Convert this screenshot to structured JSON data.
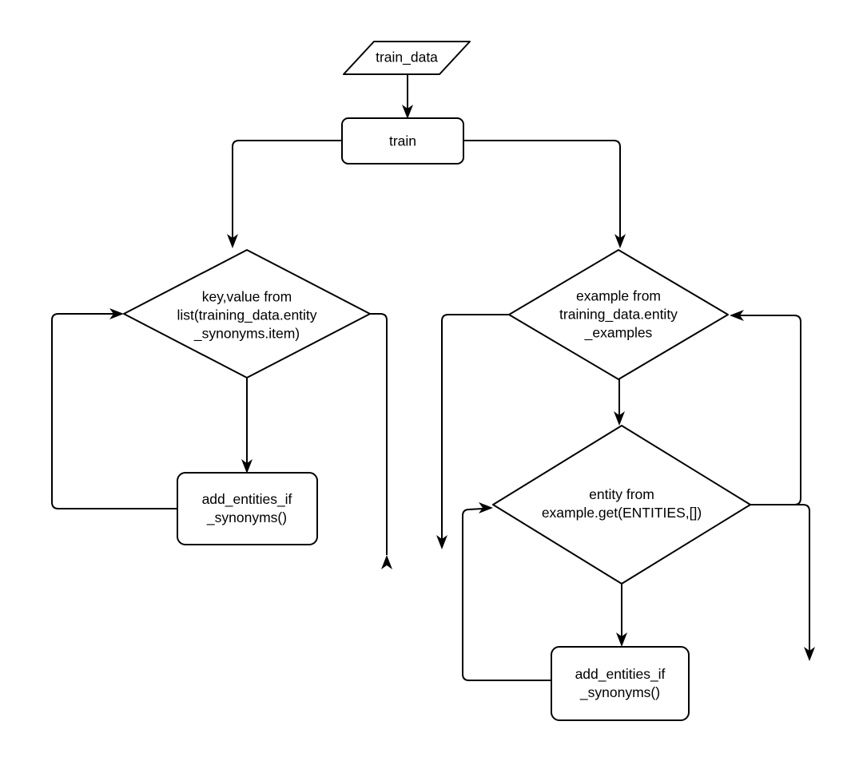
{
  "colors": {
    "stroke": "#000000",
    "background": "#ffffff",
    "text": "#000000"
  },
  "diagram": {
    "nodes": [
      {
        "id": "train_data",
        "shape": "parallelogram",
        "role": "input",
        "label": "train_data"
      },
      {
        "id": "train",
        "shape": "rounded-rect",
        "role": "process",
        "label": "train"
      },
      {
        "id": "loop_entity_synonyms",
        "shape": "diamond",
        "role": "loop",
        "label": "key,value from\nlist(training_data.entity\n_synonyms.item)"
      },
      {
        "id": "loop_entity_examples",
        "shape": "diamond",
        "role": "loop",
        "label": "example from\ntraining_data.entity\n_examples"
      },
      {
        "id": "loop_entities",
        "shape": "diamond",
        "role": "loop",
        "label": "entity from\nexample.get(ENTITIES,[])"
      },
      {
        "id": "add_entities_if_synonyms_left",
        "shape": "rounded-rect",
        "role": "process",
        "label": "add_entities_if\n_synonyms()"
      },
      {
        "id": "add_entities_if_synonyms_right",
        "shape": "rounded-rect",
        "role": "process",
        "label": "add_entities_if\n_synonyms()"
      }
    ],
    "edges": [
      {
        "from": "train_data",
        "to": "train",
        "kind": "flow"
      },
      {
        "from": "train",
        "to": "loop_entity_synonyms",
        "kind": "flow"
      },
      {
        "from": "train",
        "to": "loop_entity_examples",
        "kind": "flow"
      },
      {
        "from": "loop_entity_synonyms",
        "to": "add_entities_if_synonyms_left",
        "kind": "flow"
      },
      {
        "from": "add_entities_if_synonyms_left",
        "to": "loop_entity_synonyms",
        "kind": "loop-back"
      },
      {
        "from": "loop_entity_synonyms",
        "to": "exit-up",
        "kind": "dangling-arrow"
      },
      {
        "from": "loop_entity_examples",
        "to": "exit-down-left",
        "kind": "dangling-arrow"
      },
      {
        "from": "loop_entity_examples",
        "to": "loop_entities",
        "kind": "flow"
      },
      {
        "from": "loop_entities",
        "to": "add_entities_if_synonyms_right",
        "kind": "flow"
      },
      {
        "from": "add_entities_if_synonyms_right",
        "to": "loop_entities",
        "kind": "loop-back"
      },
      {
        "from": "loop_entities",
        "to": "loop_entity_examples",
        "kind": "loop-back"
      },
      {
        "from": "loop_entities",
        "to": "exit-down-right",
        "kind": "dangling-arrow"
      }
    ]
  }
}
